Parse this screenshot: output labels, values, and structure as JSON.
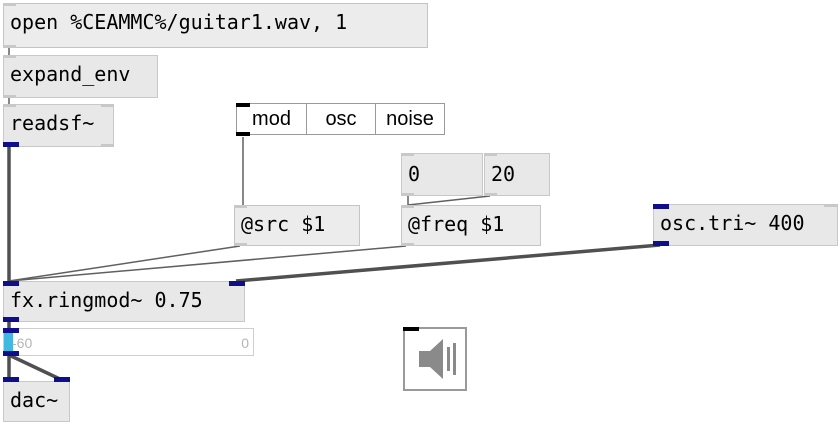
{
  "patch": {
    "open_msg": "open %CEAMMC%/guitar1.wav, 1",
    "expand_env": "expand_env",
    "readsf": "readsf~",
    "radio_options": [
      "mod",
      "osc",
      "noise"
    ],
    "src_msg": "@src $1",
    "freq_msg": "@freq $1",
    "num_left": "0",
    "num_right": "20",
    "osc": "osc.tri~ 400",
    "ringmod": "fx.ringmod~ 0.75",
    "meter_min": "-60",
    "meter_max": "0",
    "dac": "dac~"
  },
  "colors": {
    "signal_port": "#0f0f8c",
    "meter_fill": "#41b8e0",
    "box_bg": "#e8e8e8"
  },
  "icons": {
    "speaker": "speaker-icon"
  }
}
